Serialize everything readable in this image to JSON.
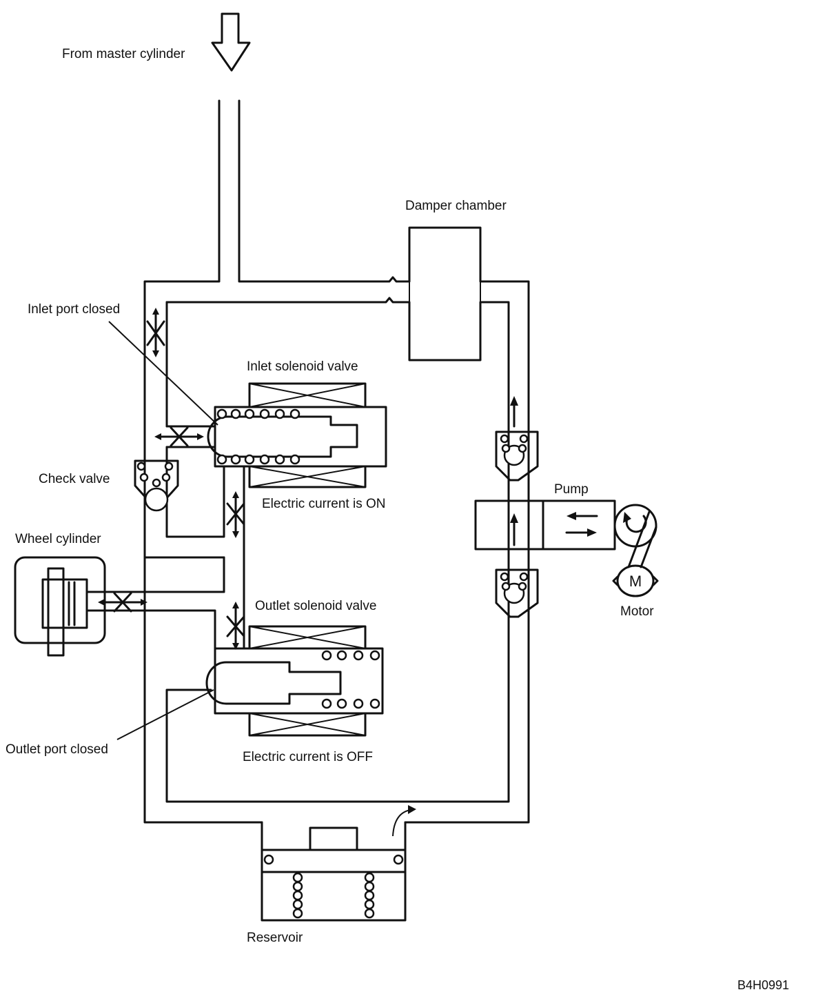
{
  "labels": {
    "from_master_cylinder": "From master cylinder",
    "damper_chamber": "Damper chamber",
    "inlet_port_closed": "Inlet port closed",
    "inlet_solenoid_valve": "Inlet solenoid valve",
    "check_valve": "Check valve",
    "electric_current_on": "Electric current is ON",
    "wheel_cylinder": "Wheel cylinder",
    "outlet_solenoid_valve": "Outlet solenoid valve",
    "outlet_port_closed": "Outlet port closed",
    "electric_current_off": "Electric current is OFF",
    "reservoir": "Reservoir",
    "pump": "Pump",
    "motor": "Motor",
    "motor_symbol": "M",
    "figure_code": "B4H0991"
  },
  "components": [
    {
      "name": "Damper chamber"
    },
    {
      "name": "Inlet solenoid valve",
      "state": "Electric current is ON",
      "port": "Inlet port closed"
    },
    {
      "name": "Outlet solenoid valve",
      "state": "Electric current is OFF",
      "port": "Outlet port closed"
    },
    {
      "name": "Check valve"
    },
    {
      "name": "Wheel cylinder"
    },
    {
      "name": "Pump"
    },
    {
      "name": "Motor"
    },
    {
      "name": "Reservoir"
    }
  ]
}
